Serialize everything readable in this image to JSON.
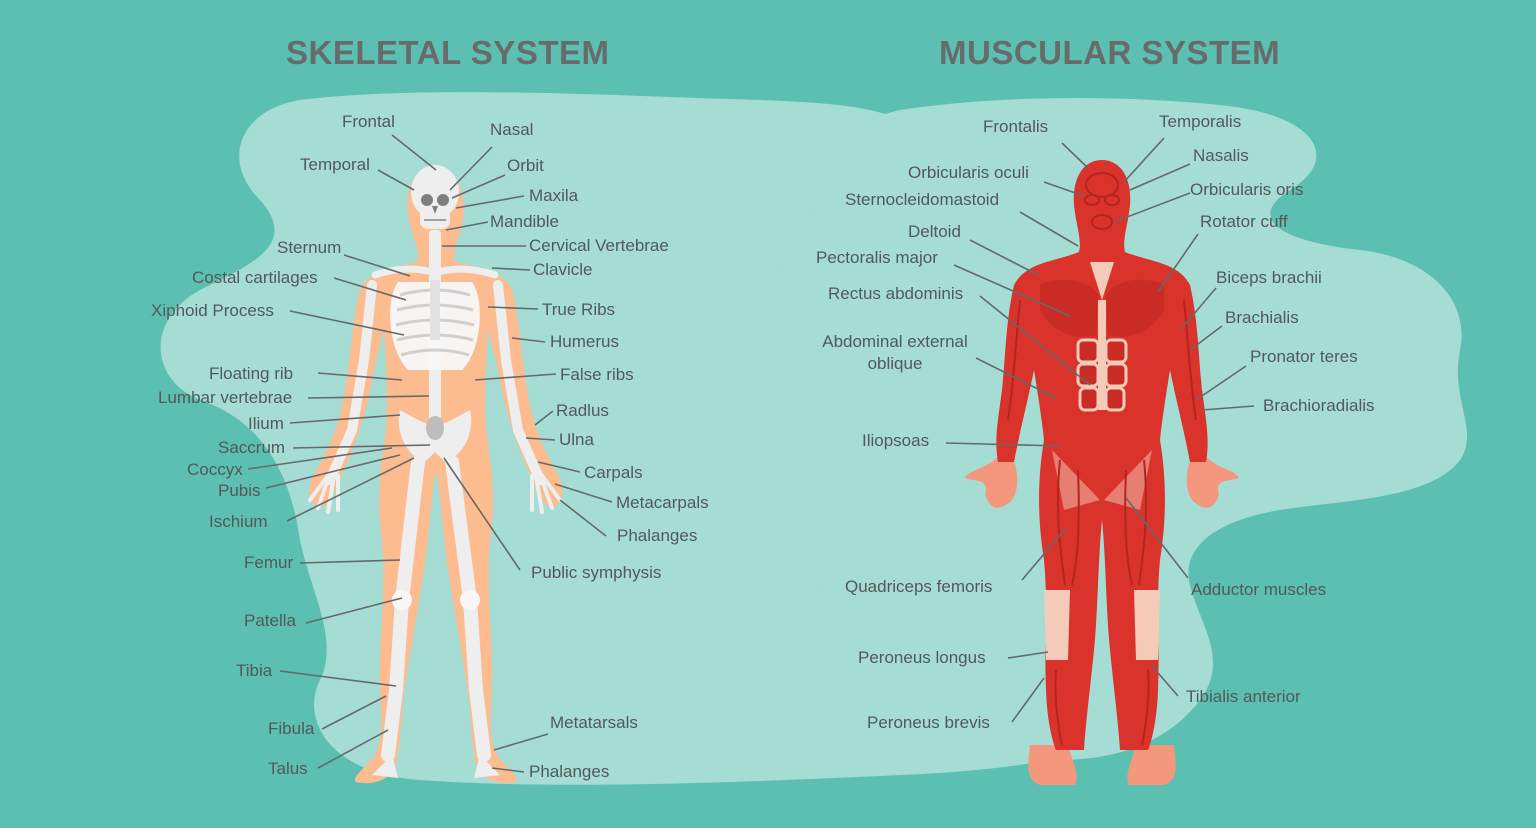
{
  "skeletal": {
    "title": "SKELETAL SYSTEM",
    "labels": {
      "frontal": "Frontal",
      "nasal": "Nasal",
      "temporal": "Temporal",
      "orbit": "Orbit",
      "maxila": "Maxila",
      "mandible": "Mandible",
      "sternum": "Sternum",
      "cervical_vertebrae": "Cervical Vertebrae",
      "costal_cartilages": "Costal cartilages",
      "clavicle": "Clavicle",
      "xiphoid_process": "Xiphoid Process",
      "true_ribs": "True Ribs",
      "humerus": "Humerus",
      "floating_rib": "Floating rib",
      "false_ribs": "False ribs",
      "lumbar_vertebrae": "Lumbar vertebrae",
      "radius": "Radlus",
      "ilium": "Ilium",
      "ulna": "Ulna",
      "saccrum": "Saccrum",
      "carpals": "Carpals",
      "coccyx": "Coccyx",
      "metacarpals": "Metacarpals",
      "pubis": "Pubis",
      "ischium": "Ischium",
      "phalanges_hand": "Phalanges",
      "femur": "Femur",
      "public_symphysis": "Public symphysis",
      "patella": "Patella",
      "tibia": "Tibia",
      "metatarsals": "Metatarsals",
      "fibula": "Fibula",
      "talus": "Talus",
      "phalanges_foot": "Phalanges"
    }
  },
  "muscular": {
    "title": "MUSCULAR SYSTEM",
    "labels": {
      "frontalis": "Frontalis",
      "temporalis": "Temporalis",
      "orbicularis_oculi": "Orbicularis oculi",
      "nasalis": "Nasalis",
      "orbicularis_oris": "Orbicularis oris",
      "sternocleidomastoid": "Sternocleidomastoid",
      "deltoid": "Deltoid",
      "rotator_cuff": "Rotator cuff",
      "pectoralis_major": "Pectoralis major",
      "biceps_brachii": "Biceps brachii",
      "rectus_abdominis": "Rectus abdominis",
      "brachialis": "Brachialis",
      "abdominal_external_oblique_1": "Abdominal external",
      "abdominal_external_oblique_2": "oblique",
      "pronator_teres": "Pronator teres",
      "brachioradialis": "Brachioradialis",
      "iliopsoas": "Iliopsoas",
      "quadriceps_femoris": "Quadriceps femoris",
      "adductor_muscles": "Adductor muscles",
      "peroneus_longus": "Peroneus longus",
      "tibialis_anterior": "Tibialis anterior",
      "peroneus_brevis": "Peroneus brevis"
    }
  },
  "colors": {
    "background": "#5bbfb2",
    "blob": "#a5ddd5",
    "body_skin": "#fcbc8f",
    "bone": "#eeeeee",
    "muscle": "#d9332b",
    "muscle_dark": "#b3251f",
    "tendon": "#f4cbb8",
    "leader_line": "#656969",
    "text": "#545858",
    "title": "#686b6b"
  }
}
